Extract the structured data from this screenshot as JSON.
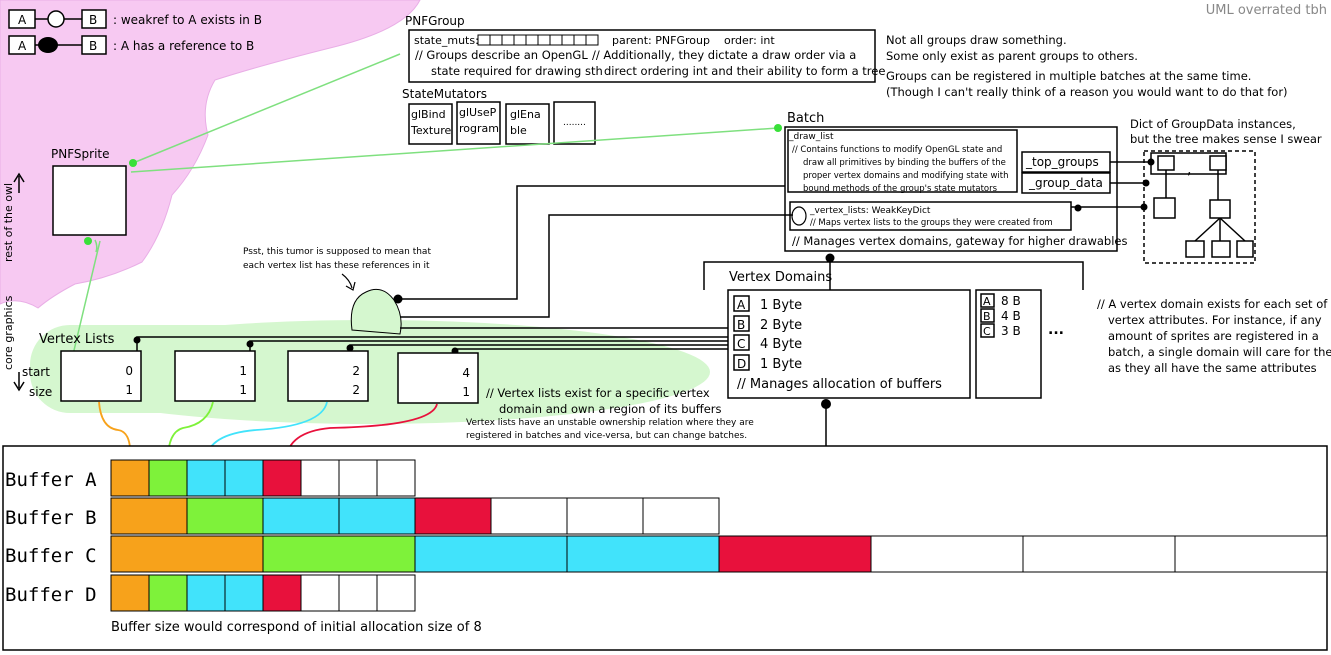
{
  "corner_note": "UML overrated tbh",
  "legend": {
    "weakref_a": "A",
    "weakref_b": "B",
    "weakref_text": ": weakref to A exists in B",
    "ref_a": "A",
    "ref_b": "B",
    "ref_text": ": A has a reference to B"
  },
  "side_labels": {
    "rest_of_owl": "rest of the owl",
    "core_graphics": "core graphics"
  },
  "pnfgroup": {
    "title": "PNFGroup",
    "state_muts": "state_muts:",
    "parent": "parent: PNFGroup",
    "order": "order: int",
    "desc1a": "// Groups describe an OpenGL",
    "desc1b": "state required for drawing sth",
    "desc2a": "// Additionally, they dictate a draw order via a",
    "desc2b": "direct ordering int and their ability to form a tree"
  },
  "state_mutators": {
    "title": "StateMutators",
    "items": [
      [
        "glBind",
        "Texture"
      ],
      [
        "glUseP",
        "rogram"
      ],
      [
        "glEna",
        "ble"
      ],
      [
        "........",
        ""
      ]
    ]
  },
  "group_notes": {
    "line1": "Not all groups draw something.",
    "line2": "Some only exist as parent groups to others.",
    "line3": "Groups can be registered in multiple batches at the same time.",
    "line4": "(Though I can't really think of a reason you would want to do that for)"
  },
  "sprite": {
    "title": "PNFSprite"
  },
  "batch": {
    "title": "Batch",
    "draw_list": "_draw_list",
    "draw_list_desc": [
      "// Contains functions to modify OpenGL state and",
      "draw all primitives by binding the buffers of the",
      "proper vertex domains and modifying state with",
      "bound methods of the group's state mutators"
    ],
    "top_groups": "_top_groups",
    "group_data": "_group_data",
    "vertex_lists": "_vertex_lists: WeakKeyDict",
    "vertex_lists_desc": "// Maps vertex lists to the groups they were created from",
    "manages": "// Manages vertex domains, gateway for higher drawables"
  },
  "dict_note": {
    "line1": "Dict of GroupData instances,",
    "line2": "but the tree makes sense I swear",
    "comma": ","
  },
  "tumor_note": {
    "line1": "Psst, this tumor is supposed to mean that",
    "line2": "each vertex list has these references in it"
  },
  "vertex_domains": {
    "title": "Vertex Domains",
    "attributes": [
      {
        "letter": "A",
        "size": "1 Byte"
      },
      {
        "letter": "B",
        "size": "2 Byte"
      },
      {
        "letter": "C",
        "size": "4 Byte"
      },
      {
        "letter": "D",
        "size": "1 Byte"
      }
    ],
    "manages": "// Manages allocation of buffers",
    "other_domain": [
      {
        "letter": "A",
        "size": "8 B"
      },
      {
        "letter": "B",
        "size": "4 B"
      },
      {
        "letter": "C",
        "size": "3 B"
      }
    ],
    "ellipsis": "..."
  },
  "domain_note": [
    "// A vertex domain exists for each set of",
    "vertex attributes. For instance, if any",
    "amount of sprites are registered in a",
    "batch, a single domain will care for them",
    "as they all have the same attributes"
  ],
  "vertex_lists": {
    "title": "Vertex Lists",
    "start_label": "start",
    "size_label": "size",
    "lists": [
      {
        "start": "0",
        "size": "1"
      },
      {
        "start": "1",
        "size": "1"
      },
      {
        "start": "2",
        "size": "2"
      },
      {
        "start": "4",
        "size": "1"
      }
    ],
    "note1": "// Vertex lists exist for a specific vertex",
    "note2": "domain and own a region of its buffers",
    "note3": "Vertex lists have an unstable ownership relation where they are",
    "note4": "registered in batches and vice-versa, but can change batches."
  },
  "buffers": {
    "names": [
      "Buffer A",
      "Buffer B",
      "Buffer C",
      "Buffer D"
    ],
    "capacity": 8,
    "bytes_per_vertex": [
      1,
      2,
      4,
      1
    ],
    "list_colors": [
      "#f7a21b",
      "#7ef23a",
      "#41e3fb",
      "#e8113c"
    ],
    "footer": "Buffer size would correspond of initial allocation size of 8"
  }
}
